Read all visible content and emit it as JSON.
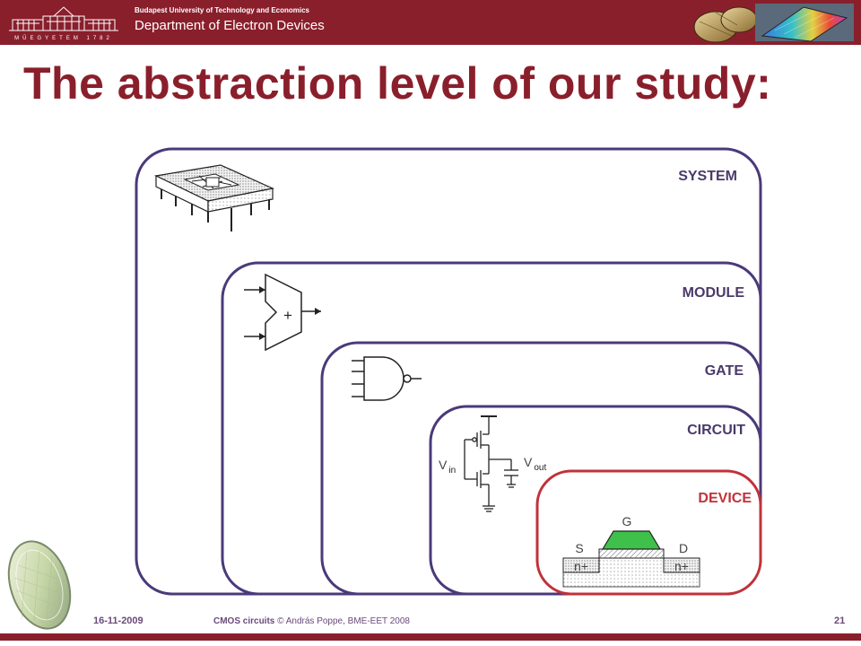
{
  "header": {
    "university": "Budapest University of Technology and Economics",
    "department": "Department of Electron Devices",
    "logo_caption": "MŰEGYETEM 1782",
    "bg_color": "#8a1f2c"
  },
  "slide": {
    "title": "The abstraction level of our study:",
    "title_color": "#8a1f2c"
  },
  "levels": {
    "system": "SYSTEM",
    "module": "MODULE",
    "gate": "GATE",
    "circuit": "CIRCUIT",
    "device": "DEVICE"
  },
  "module_symbol": "+",
  "circuit": {
    "vin": "V",
    "vin_sub": "in",
    "vout": "V",
    "vout_sub": "out"
  },
  "device": {
    "gate": "G",
    "source": "S",
    "drain": "D",
    "n_plus_left": "n+",
    "n_plus_right": "n+"
  },
  "colors": {
    "frame": "#4a3a7a",
    "device_frame": "#c0323a",
    "gate_poly": "#3fc04a"
  },
  "footer": {
    "date": "16-11-2009",
    "course": "CMOS circuits",
    "copyright": "© András Poppe, BME-EET 2008",
    "page": "21"
  }
}
